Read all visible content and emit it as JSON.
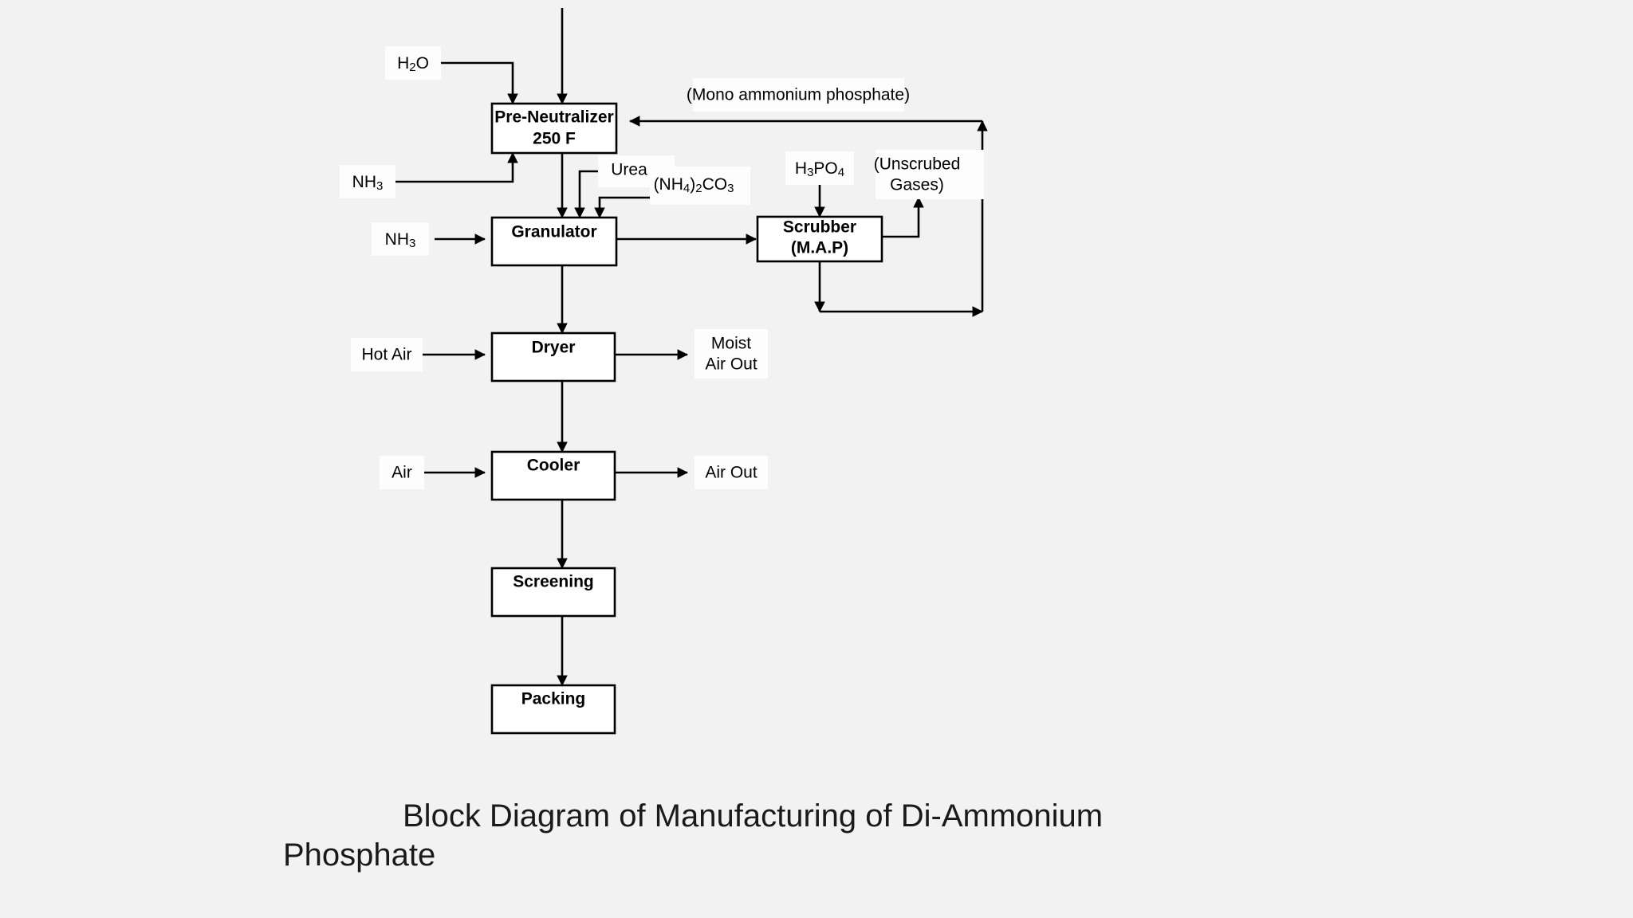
{
  "canvas": {
    "background": "#f2f2f2",
    "line_color": "#000000",
    "box_fill": "#ffffff",
    "text_color": "#000000"
  },
  "caption": {
    "text": "Block Diagram of Manufacturing of Di-Ammonium Phosphate"
  },
  "process_boxes": [
    {
      "id": "pre_neutralizer",
      "line1": "Pre-Neutralizer",
      "line2": "250 F"
    },
    {
      "id": "granulator",
      "line1": "Granulator",
      "line2": ""
    },
    {
      "id": "scrubber",
      "line1": "Scrubber",
      "line2": "(M.A.P)"
    },
    {
      "id": "dryer",
      "line1": "Dryer",
      "line2": ""
    },
    {
      "id": "cooler",
      "line1": "Cooler",
      "line2": ""
    },
    {
      "id": "screening",
      "line1": "Screening",
      "line2": ""
    },
    {
      "id": "packing",
      "line1": "Packing",
      "line2": ""
    }
  ],
  "stream_labels": [
    {
      "id": "h2o",
      "text": "H2O",
      "base": "H",
      "sub": "2",
      "tail": "O"
    },
    {
      "id": "nh3_pre",
      "text": "NH3",
      "base": "NH",
      "sub": "3",
      "tail": ""
    },
    {
      "id": "nh3_gran",
      "text": "NH3",
      "base": "NH",
      "sub": "3",
      "tail": ""
    },
    {
      "id": "urea",
      "text": "Urea"
    },
    {
      "id": "ammonium_carbonate",
      "text": "(NH4)2CO3"
    },
    {
      "id": "h3po4",
      "text": "H3PO4"
    },
    {
      "id": "unscrubed_gases_line1",
      "text": "(Unscrubed"
    },
    {
      "id": "unscrubed_gases_line2",
      "text": "Gases)"
    },
    {
      "id": "mono_ammonium_phosphate",
      "text": "(Mono ammonium phosphate)"
    },
    {
      "id": "hot_air",
      "text": "Hot Air"
    },
    {
      "id": "moist_air_out_line1",
      "text": "Moist"
    },
    {
      "id": "moist_air_out_line2",
      "text": "Air Out"
    },
    {
      "id": "air",
      "text": "Air"
    },
    {
      "id": "air_out",
      "text": "Air Out"
    }
  ]
}
